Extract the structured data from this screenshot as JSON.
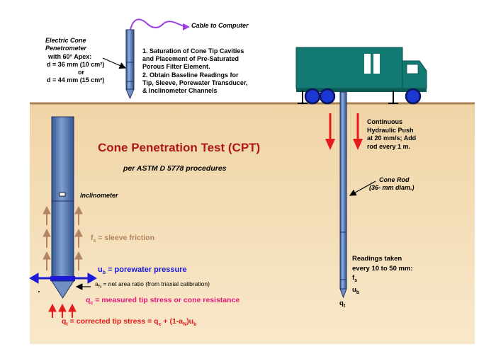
{
  "labels": {
    "title": "Cone Penetration Test (CPT)",
    "subtitle": "per ASTM D 5778 procedures",
    "cable": "Cable to Computer",
    "electric_cone": [
      "Electric Cone",
      "Penetrometer",
      "with  60° Apex:"
    ],
    "d36": "d = 36 mm (10 cm²)",
    "or": "or",
    "d44": "d = 44 mm (15 cm²)",
    "steps": [
      "1.  Saturation of Cone Tip Cavities",
      "and Placement of Pre-Saturated",
      "Porous Filter Element.",
      "2.  Obtain Baseline Readings for",
      "Tip, Sleeve, Porewater Transducer,",
      "& Inclinometer Channels"
    ],
    "push": [
      "Continuous",
      "Hydraulic Push",
      "at 20 mm/s; Add",
      "rod every 1 m."
    ],
    "cone_rod": [
      "Cone Rod",
      "(36- mm diam.)"
    ],
    "readings": [
      "Readings taken",
      "every 10 to 50 mm:"
    ],
    "read_fs": "f",
    "read_fs_sub": "s",
    "read_ub": "u",
    "read_ub_sub": "b",
    "read_qt": "q",
    "read_qt_sub": "t",
    "inclinometer": "Inclinometer",
    "fs_sym": "f",
    "fs_sub": "s",
    "fs_text": " = sleeve friction",
    "ub_sym": "u",
    "ub_sub": "b",
    "ub_text": " = porewater pressure",
    "an_sym": "a",
    "an_sub": "N",
    "an_text": " = net area ratio (from triaxial calibration)",
    "qc_sym": "q",
    "qc_sub": "c",
    "qc_text": " = measured tip stress or cone resistance",
    "qt_sym": "q",
    "qt_sub": "t",
    "qt_text1": " = corrected tip stress = q",
    "qt_text1_sub": "c",
    "qt_text2": " + (1-a",
    "qt_text2_sub": "N",
    "qt_text3": ")u",
    "qt_text3_sub": "b"
  },
  "colors": {
    "soil": "#f4deb8",
    "truck": "#127a73",
    "rod": "#5b7cb4",
    "title": "#b01818",
    "porewater": "#1a1ad8",
    "tip_stress": "#e51a7a",
    "corrected": "#e51a1a",
    "sleeve_arrow": "#b08460",
    "cable": "#9b3fe0"
  }
}
